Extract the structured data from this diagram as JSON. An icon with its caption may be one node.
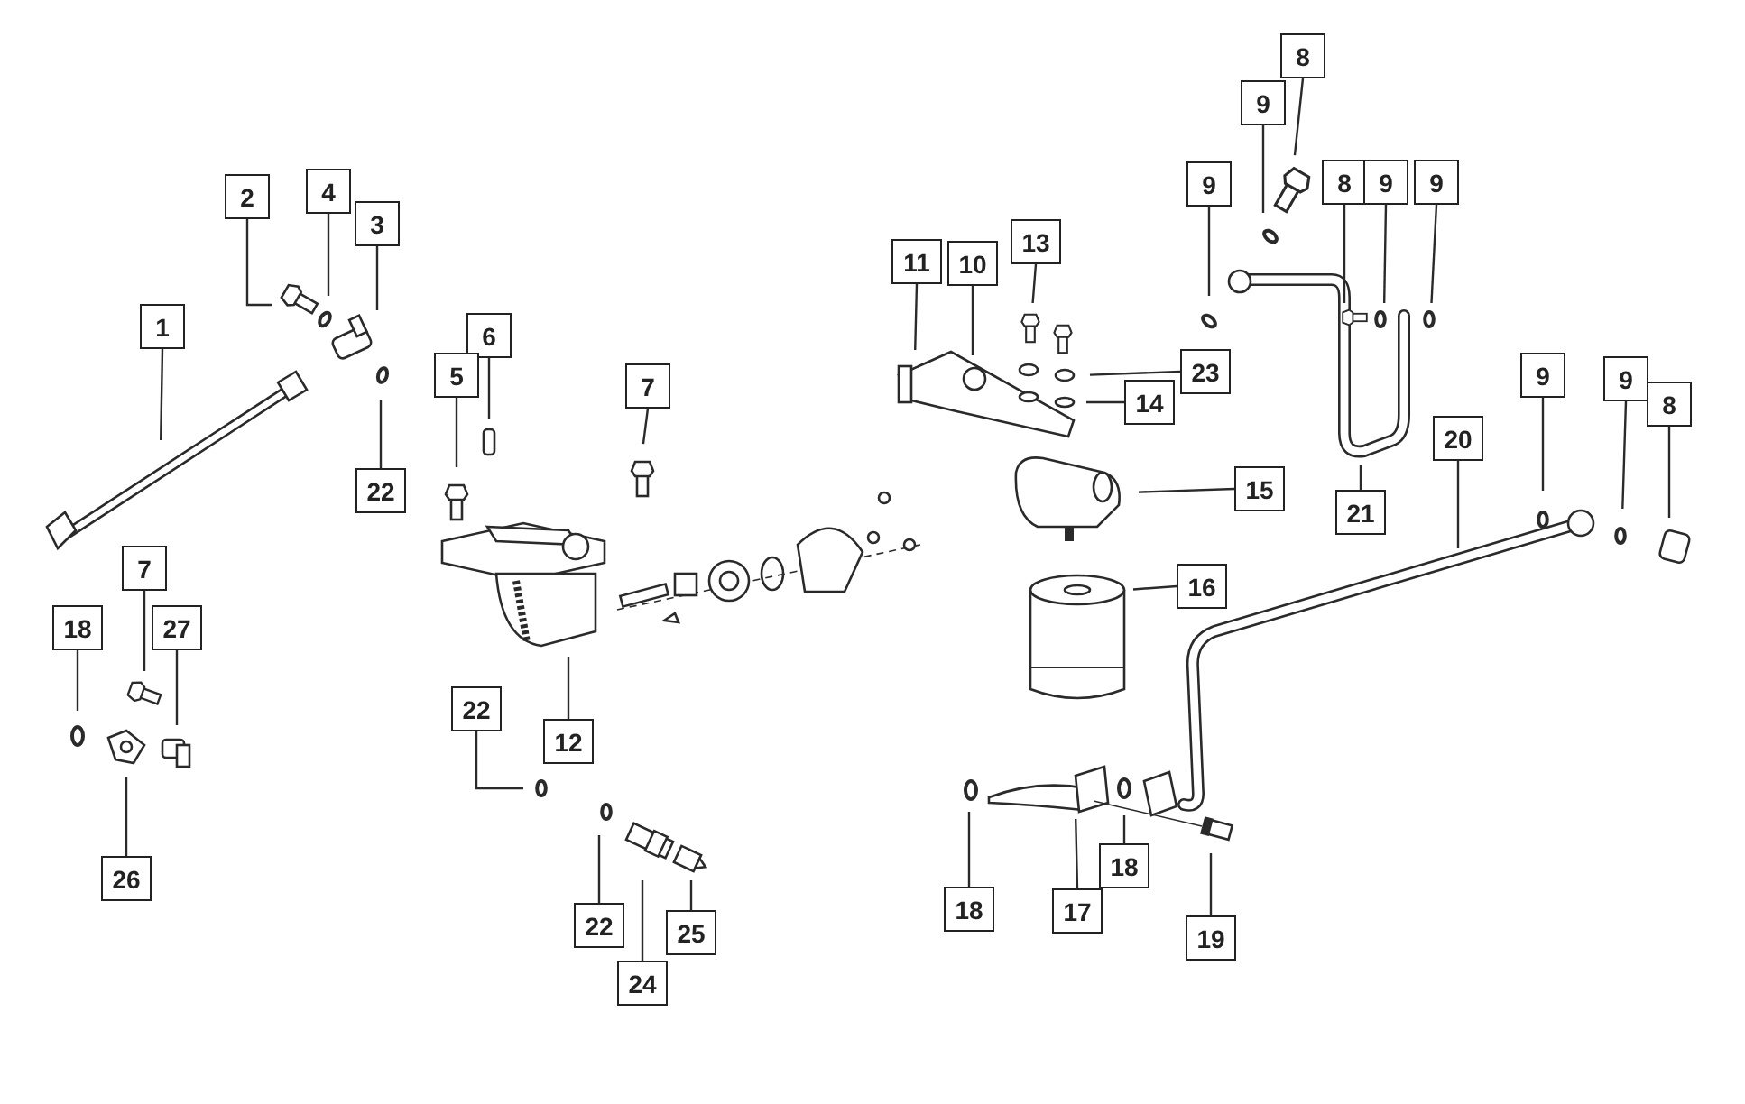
{
  "diagram": {
    "nodes": [
      {
        "text": [
          "8"
        ]
      },
      {
        "text": [
          "9"
        ]
      },
      {
        "text": [
          "9"
        ]
      },
      {
        "text": [
          "8"
        ]
      },
      {
        "text": [
          "9"
        ]
      },
      {
        "text": [
          "9"
        ]
      },
      {
        "text": [
          "2"
        ]
      },
      {
        "text": [
          "4"
        ]
      },
      {
        "text": [
          "3"
        ]
      },
      {
        "text": [
          "13"
        ]
      },
      {
        "text": [
          "11"
        ]
      },
      {
        "text": [
          "10"
        ]
      },
      {
        "text": [
          "1"
        ]
      },
      {
        "text": [
          "6"
        ]
      },
      {
        "text": [
          "5"
        ]
      },
      {
        "text": [
          "7"
        ]
      },
      {
        "text": [
          "23"
        ]
      },
      {
        "text": [
          "14"
        ]
      },
      {
        "text": [
          "9"
        ]
      },
      {
        "text": [
          "9"
        ]
      },
      {
        "text": [
          "8"
        ]
      },
      {
        "text": [
          "22"
        ]
      },
      {
        "text": [
          "20"
        ]
      },
      {
        "text": [
          "21"
        ]
      },
      {
        "text": [
          "15"
        ]
      },
      {
        "text": [
          "16"
        ]
      },
      {
        "text": [
          "7"
        ]
      },
      {
        "text": [
          "18"
        ]
      },
      {
        "text": [
          "27"
        ]
      },
      {
        "text": [
          "22"
        ]
      },
      {
        "text": [
          "12"
        ]
      },
      {
        "text": [
          "26"
        ]
      },
      {
        "text": [
          "22"
        ]
      },
      {
        "text": [
          "24"
        ]
      },
      {
        "text": [
          "25"
        ]
      },
      {
        "text": [
          "18"
        ]
      },
      {
        "text": [
          "17"
        ]
      },
      {
        "text": [
          "18"
        ]
      },
      {
        "text": [
          "19"
        ]
      }
    ],
    "edges": [
      {
        "from": 0,
        "to": null,
        "arrow": "none"
      },
      {
        "from": 1,
        "to": null,
        "arrow": "none"
      },
      {
        "from": 2,
        "to": null,
        "arrow": "none"
      },
      {
        "from": 3,
        "to": null,
        "arrow": "none"
      },
      {
        "from": 4,
        "to": null,
        "arrow": "none"
      },
      {
        "from": 5,
        "to": null,
        "arrow": "none"
      },
      {
        "from": 6,
        "to": null,
        "arrow": "none"
      },
      {
        "from": 7,
        "to": null,
        "arrow": "none"
      },
      {
        "from": 8,
        "to": null,
        "arrow": "none"
      },
      {
        "from": 9,
        "to": null,
        "arrow": "none"
      },
      {
        "from": 10,
        "to": null,
        "arrow": "none"
      },
      {
        "from": 11,
        "to": null,
        "arrow": "none"
      },
      {
        "from": 12,
        "to": null,
        "arrow": "none"
      },
      {
        "from": 13,
        "to": null,
        "arrow": "none"
      },
      {
        "from": 14,
        "to": null,
        "arrow": "none"
      },
      {
        "from": 15,
        "to": null,
        "arrow": "none"
      },
      {
        "from": 16,
        "to": null,
        "arrow": "none"
      },
      {
        "from": 17,
        "to": null,
        "arrow": "none"
      },
      {
        "from": 18,
        "to": null,
        "arrow": "none"
      },
      {
        "from": 19,
        "to": null,
        "arrow": "none"
      },
      {
        "from": 20,
        "to": null,
        "arrow": "none"
      },
      {
        "from": 21,
        "to": null,
        "arrow": "none"
      },
      {
        "from": 22,
        "to": null,
        "arrow": "none"
      },
      {
        "from": 23,
        "to": null,
        "arrow": "none"
      },
      {
        "from": 24,
        "to": null,
        "arrow": "none"
      },
      {
        "from": 25,
        "to": null,
        "arrow": "none"
      },
      {
        "from": 26,
        "to": null,
        "arrow": "none"
      },
      {
        "from": 27,
        "to": null,
        "arrow": "none"
      },
      {
        "from": 28,
        "to": null,
        "arrow": "none"
      },
      {
        "from": 29,
        "to": null,
        "arrow": "none"
      },
      {
        "from": 30,
        "to": null,
        "arrow": "none"
      },
      {
        "from": 31,
        "to": null,
        "arrow": "none"
      },
      {
        "from": 32,
        "to": null,
        "arrow": "none"
      },
      {
        "from": 33,
        "to": null,
        "arrow": "none"
      },
      {
        "from": 34,
        "to": null,
        "arrow": "none"
      },
      {
        "from": 35,
        "to": null,
        "arrow": "none"
      },
      {
        "from": 36,
        "to": null,
        "arrow": "none"
      },
      {
        "from": 37,
        "to": null,
        "arrow": "none"
      },
      {
        "from": 38,
        "to": null,
        "arrow": "none"
      }
    ]
  }
}
